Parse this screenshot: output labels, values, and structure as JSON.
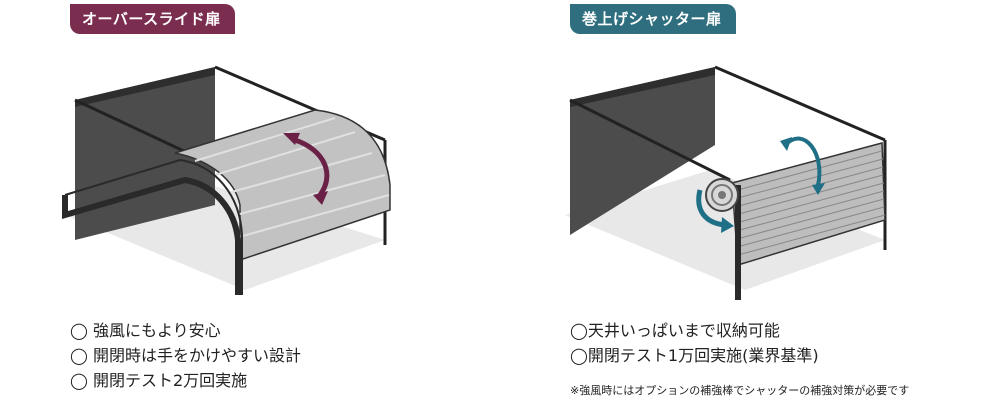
{
  "colors": {
    "over_slide_accent": "#7a2d4f",
    "shutter_accent": "#2e6e7e",
    "arrow_left": "#6b2146",
    "arrow_right": "#1f6f86",
    "wall_dark": "#4a4a4a",
    "floor": "#e6e6e6",
    "door_panel": "#bdbdbd",
    "frame": "#222222"
  },
  "left": {
    "badge": "オーバースライド扉",
    "features": [
      "◯ 強風にもより安心",
      "◯ 開閉時は手をかけやすい設計",
      "◯ 開閉テスト2万回実施"
    ],
    "icons": [
      "rotate-arrow-icon"
    ]
  },
  "right": {
    "badge": "巻上げシャッター扉",
    "features": [
      "◯天井いっぱいまで収納可能",
      "◯開閉テスト1万回実施(業界基準)"
    ],
    "note": "※強風時にはオプションの補強棒でシャッターの補強対策が必要です",
    "icons": [
      "curved-arrow-icon",
      "roll-arrow-icon",
      "shutter-roll-icon"
    ]
  }
}
